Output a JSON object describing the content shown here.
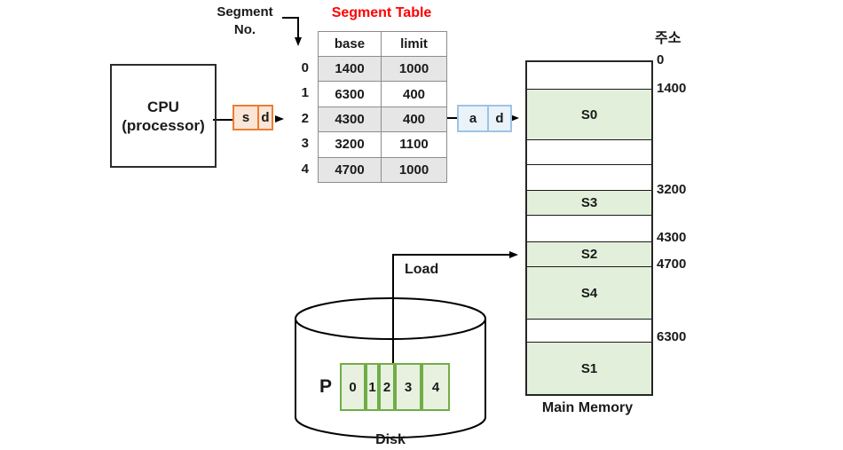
{
  "colors": {
    "title_red": "#FF0000",
    "register_orange_border": "#ED7D31",
    "register_orange_fill": "#FBE5D6",
    "register_blue_border": "#9DC3E6",
    "register_blue_fill": "#EAF2FA",
    "segment_green": "#E2EFDA",
    "disk_cell_border": "#70AD47",
    "table_row_gray": "#E7E6E6"
  },
  "cpu": {
    "title": "CPU",
    "subtitle": "(processor)"
  },
  "segment_no_label": {
    "line1": "Segment",
    "line2": "No."
  },
  "sd_register": {
    "s": "s",
    "d": "d"
  },
  "ad_register": {
    "a": "a",
    "d": "d"
  },
  "segment_table": {
    "title": "Segment Table",
    "col_base": "base",
    "col_limit": "limit",
    "rows": [
      {
        "no": "0",
        "base": "1400",
        "limit": "1000"
      },
      {
        "no": "1",
        "base": "6300",
        "limit": "400"
      },
      {
        "no": "2",
        "base": "4300",
        "limit": "400"
      },
      {
        "no": "3",
        "base": "3200",
        "limit": "1100"
      },
      {
        "no": "4",
        "base": "4700",
        "limit": "1000"
      }
    ]
  },
  "memory": {
    "title": "Main Memory",
    "address_heading": "주소",
    "addresses": {
      "a0": "0",
      "a1400": "1400",
      "a3200": "3200",
      "a4300": "4300",
      "a4700": "4700",
      "a6300": "6300"
    },
    "segments": {
      "s0": "S0",
      "s1": "S1",
      "s2": "S2",
      "s3": "S3",
      "s4": "S4"
    }
  },
  "disk": {
    "title": "Disk",
    "process": "P",
    "cells": [
      "0",
      "1",
      "2",
      "3",
      "4"
    ],
    "load": "Load"
  }
}
